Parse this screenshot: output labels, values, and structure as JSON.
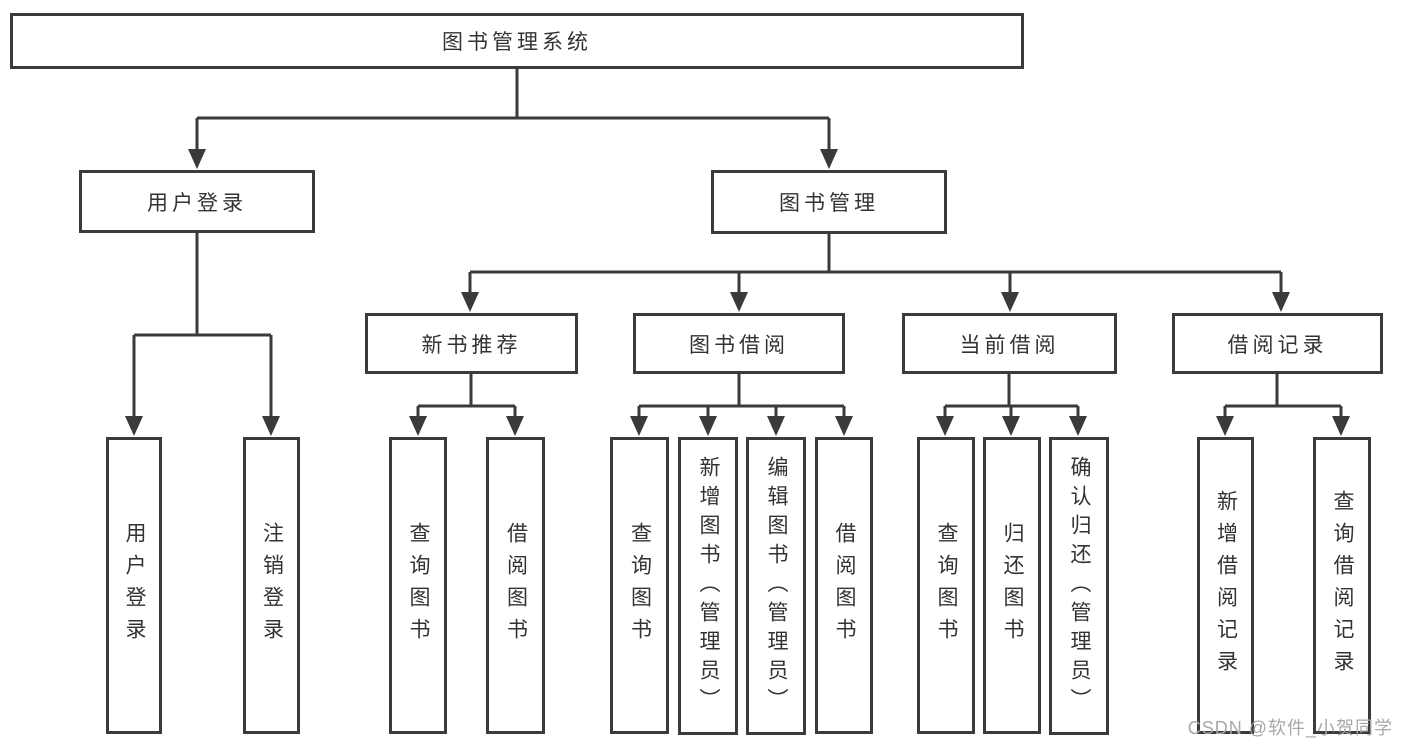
{
  "diagram_title": "图书管理系统",
  "colors": {
    "line": "#3a3a3a",
    "box_border": "#3b3b3b",
    "text": "#333333",
    "background": "#ffffff",
    "watermark": "#a8a8a8"
  },
  "nodes": {
    "root": {
      "label": "图书管理系统"
    },
    "user_login": {
      "label": "用户登录"
    },
    "book_mgmt": {
      "label": "图书管理"
    },
    "new_book_rec": {
      "label": "新书推荐"
    },
    "book_borrow": {
      "label": "图书借阅"
    },
    "current_borrow": {
      "label": "当前借阅"
    },
    "borrow_record": {
      "label": "借阅记录"
    }
  },
  "leaves": {
    "user_login": {
      "label": "用户登录"
    },
    "logout": {
      "label": "注销登录"
    },
    "rec_query_book": {
      "label": "查询图书"
    },
    "rec_borrow_book": {
      "label": "借阅图书"
    },
    "bor_query_book": {
      "label": "查询图书"
    },
    "bor_add_book": {
      "label": "新增图书（管理员）"
    },
    "bor_edit_book": {
      "label": "编辑图书（管理员）"
    },
    "bor_borrow_book": {
      "label": "借阅图书"
    },
    "cur_query_book": {
      "label": "查询图书"
    },
    "cur_return_book": {
      "label": "归还图书"
    },
    "cur_confirm_return": {
      "label": "确认归还（管理员）"
    },
    "rcd_add_record": {
      "label": "新增借阅记录"
    },
    "rcd_query_record": {
      "label": "查询借阅记录"
    }
  },
  "watermark": {
    "text": "CSDN @软件_小贺同学"
  }
}
